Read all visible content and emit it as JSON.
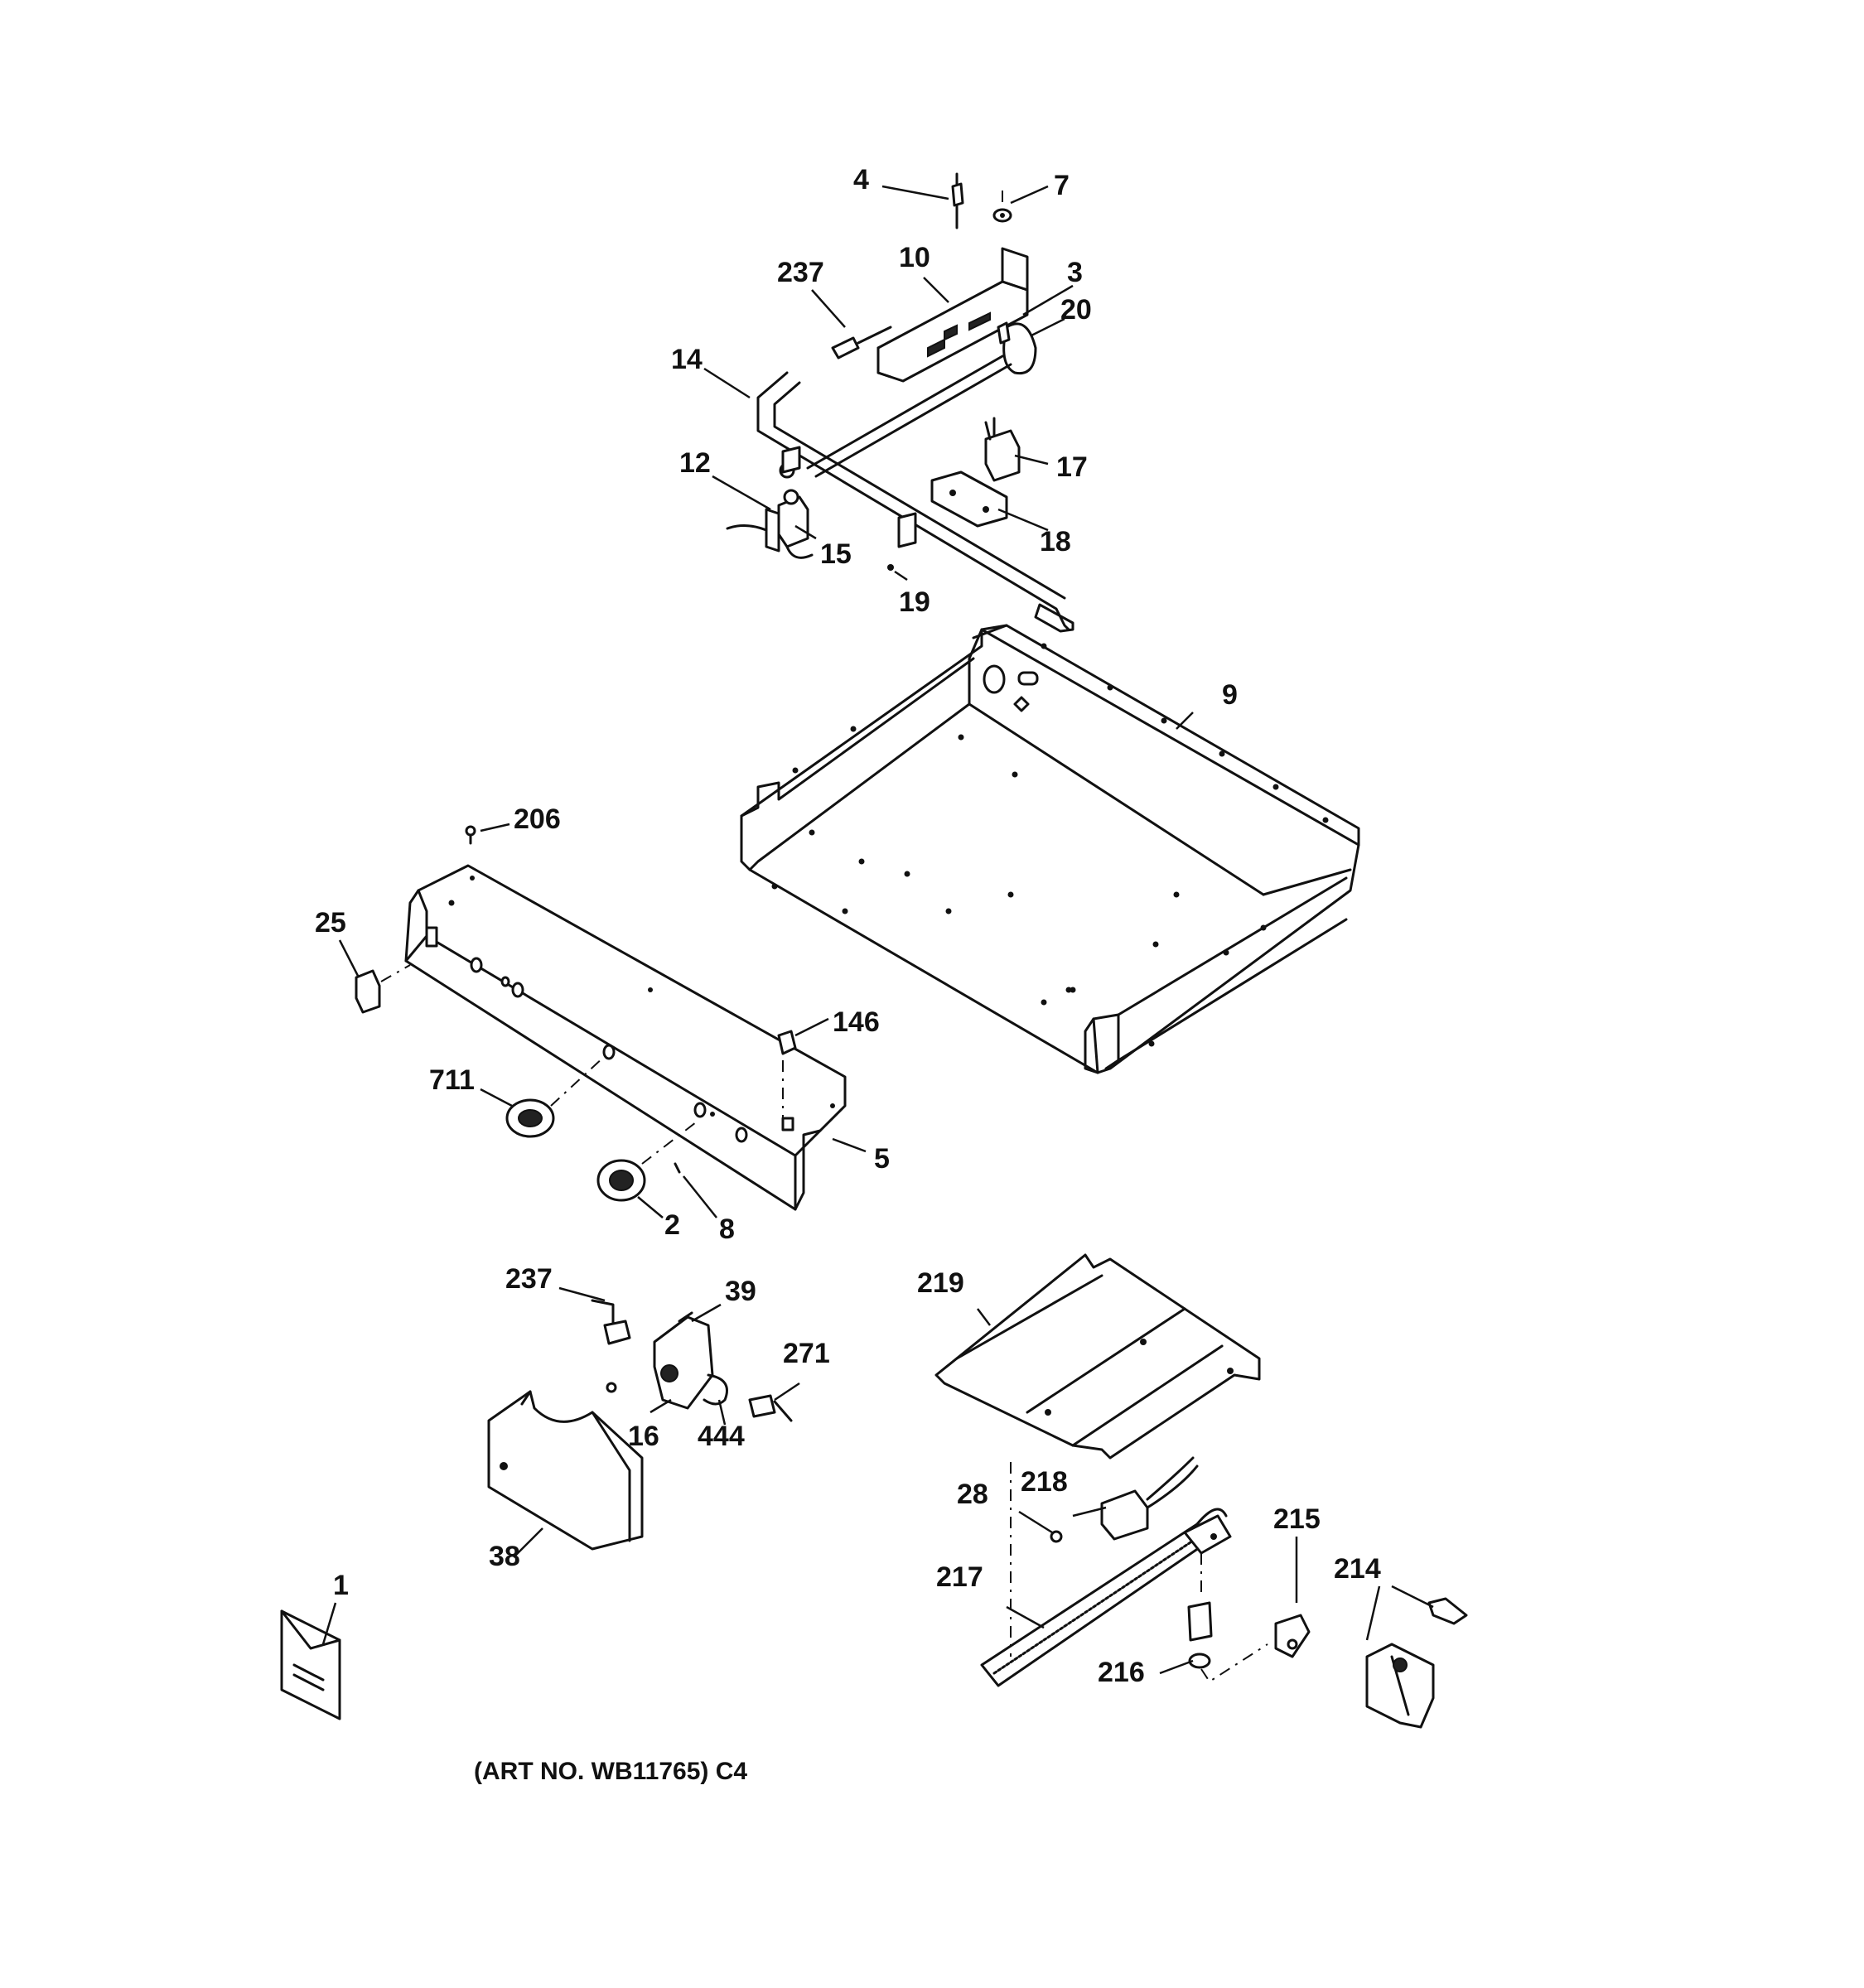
{
  "diagram": {
    "art_number": "(ART NO. WB11765) C4",
    "callouts": {
      "c1": "1",
      "c2": "2",
      "c3": "3",
      "c4": "4",
      "c5": "5",
      "c7": "7",
      "c8": "8",
      "c9": "9",
      "c10": "10",
      "c12": "12",
      "c14": "14",
      "c15": "15",
      "c16": "16",
      "c17": "17",
      "c18": "18",
      "c19": "19",
      "c20": "20",
      "c25": "25",
      "c28": "28",
      "c38": "38",
      "c39": "39",
      "c146": "146",
      "c206": "206",
      "c214": "214",
      "c215": "215",
      "c216": "216",
      "c217": "217",
      "c218": "218",
      "c219": "219",
      "c237a": "237",
      "c237b": "237",
      "c271": "271",
      "c444": "444",
      "c711": "711"
    }
  }
}
